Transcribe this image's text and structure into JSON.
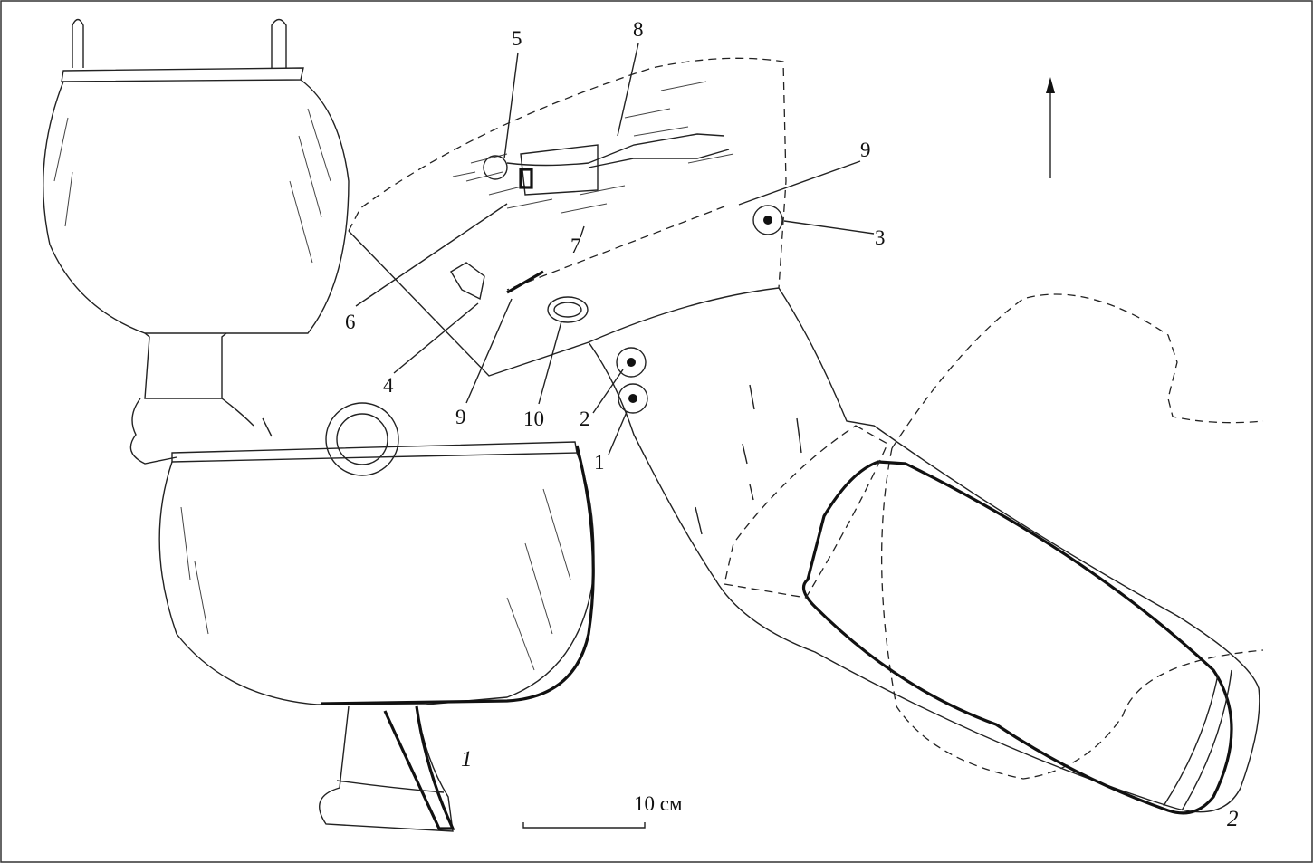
{
  "figure": {
    "part_labels": [
      "1",
      "2"
    ],
    "scale_label": "10 см",
    "find_labels": {
      "l5": "5",
      "l8": "8",
      "l9a": "9",
      "l3": "3",
      "l6": "6",
      "l7": "7",
      "l4": "4",
      "l9b": "9",
      "l10": "10",
      "l2": "2",
      "l1": "1"
    }
  }
}
